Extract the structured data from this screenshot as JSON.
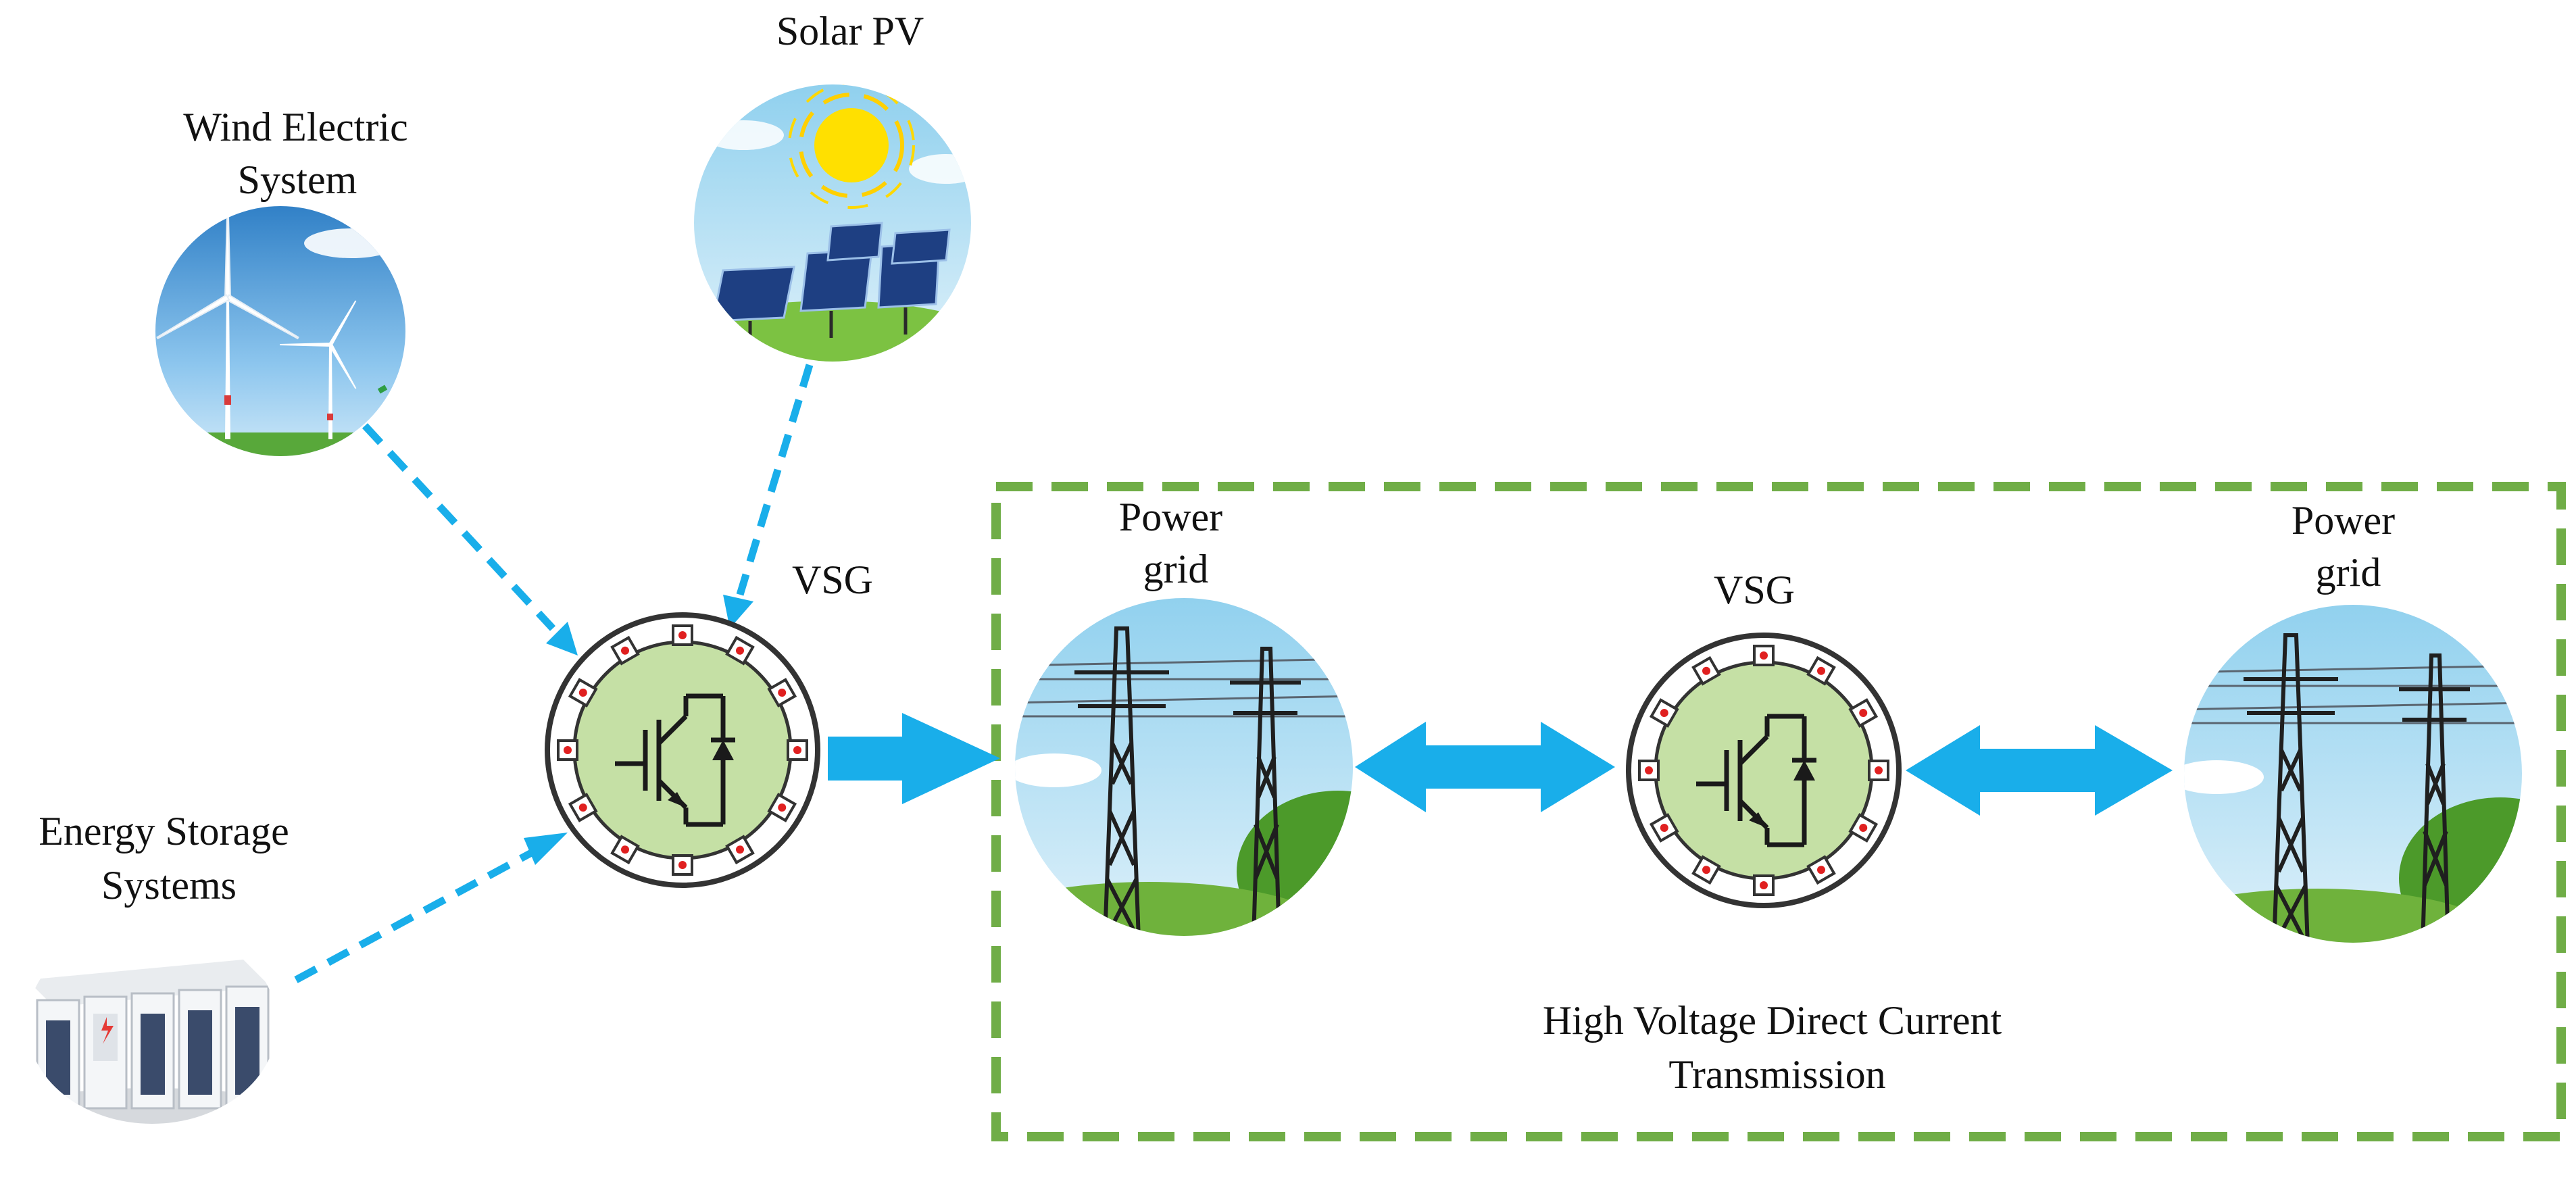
{
  "labels": {
    "wind": [
      "Wind Electric",
      "System"
    ],
    "solar": [
      "Solar PV"
    ],
    "storage": [
      "Energy Storage",
      "Systems"
    ],
    "vsg_main": [
      "VSG"
    ],
    "grid_left": [
      "Power",
      "grid"
    ],
    "vsg_hvdc": [
      "VSG"
    ],
    "grid_right": [
      "Power",
      "grid"
    ],
    "hvdc": [
      "High Voltage Direct Current",
      "Transmission"
    ]
  },
  "icons": {
    "wind": "wind-turbine-icon",
    "solar": "solar-panel-icon",
    "storage": "battery-storage-icon",
    "vsg": "igbt-inverter-icon",
    "grid": "transmission-tower-icon"
  },
  "colors": {
    "arrow": "#19aeea",
    "hvdc_border": "#70ad47",
    "vsg_fill": "#c5e0a5",
    "sky": "#a9d8ef",
    "grass": "#6fb23c"
  }
}
